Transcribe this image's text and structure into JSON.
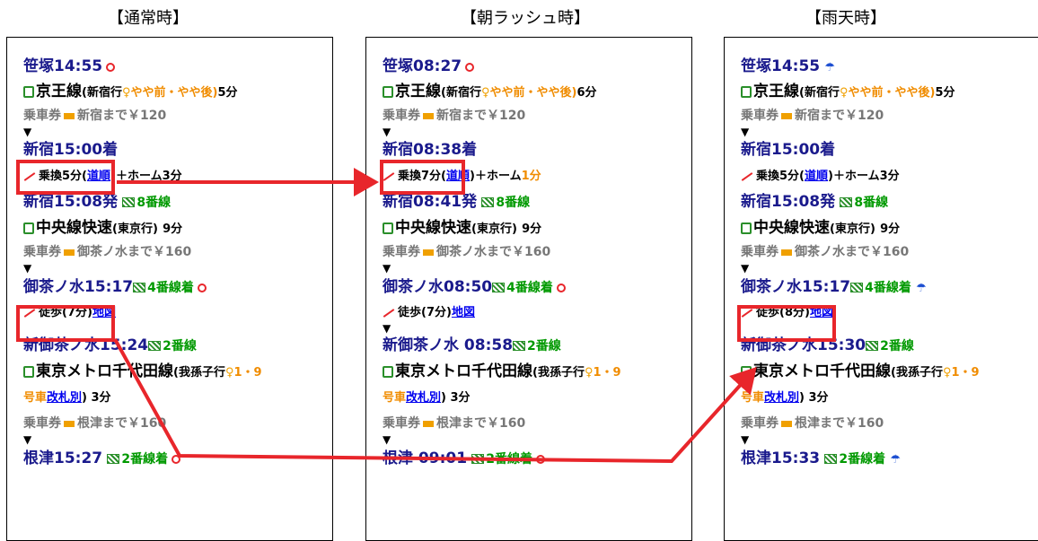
{
  "headings": [
    "【通常時】",
    "【朝ラッシュ時】",
    "【雨天時】"
  ],
  "panels": [
    {
      "origin": "笹塚14:55",
      "line1": {
        "name": "京王線",
        "dest": "(新宿行",
        "car": "やや前・やや後)",
        "dur": "5分"
      },
      "fare1": {
        "label": "乗車券",
        "text": "新宿まで￥120"
      },
      "arr1": "新宿15:00着",
      "transfer": {
        "label": "乗換5分(",
        "link": "道順",
        "rest": ")＋ホーム3分",
        "rest_color": "normal"
      },
      "dep2": {
        "station": "新宿15:08発",
        "platform": "8番線"
      },
      "line2": {
        "name": "中央線快速",
        "dest": "(東京行)",
        "dur": "9分"
      },
      "fare2": {
        "label": "乗車券",
        "text": "御茶ノ水まで￥160"
      },
      "arr2": {
        "station": "御茶ノ水15:17",
        "platform": "4番線着"
      },
      "walk": {
        "label": "徒歩(7分)",
        "link": "地図"
      },
      "dep3": {
        "station": "新御茶ノ水15:24",
        "platform": "2番線"
      },
      "line3": {
        "name": "東京メトロ千代田線",
        "dest": "(我孫子行",
        "car": "1・9",
        "car2": "号車",
        "link": "改札別",
        "dur": ") 3分"
      },
      "fare3": {
        "label": "乗車券",
        "text": "根津まで￥160"
      },
      "arr3": {
        "station": "根津15:27",
        "platform": "2番線着"
      },
      "weather": "sun"
    },
    {
      "origin": "笹塚08:27",
      "line1": {
        "name": "京王線",
        "dest": "(新宿行",
        "car": "やや前・やや後)",
        "dur": "6分"
      },
      "fare1": {
        "label": "乗車券",
        "text": "新宿まで￥120"
      },
      "arr1": "新宿08:38着",
      "transfer": {
        "label": "乗換7分(",
        "link": "道順",
        "rest": ")＋ホーム",
        "rest2": "1分"
      },
      "dep2": {
        "station": "新宿08:41発",
        "platform": "8番線"
      },
      "line2": {
        "name": "中央線快速",
        "dest": "(東京行)",
        "dur": "9分"
      },
      "fare2": {
        "label": "乗車券",
        "text": "御茶ノ水まで￥160"
      },
      "arr2": {
        "station": "御茶ノ水08:50",
        "platform": "4番線着"
      },
      "walk": {
        "label": "徒歩(7分)",
        "link": "地図"
      },
      "dep3": {
        "station": "新御茶ノ水 08:58",
        "platform": "2番線"
      },
      "line3": {
        "name": "東京メトロ千代田線",
        "dest": "(我孫子行",
        "car": "1・9",
        "car2": "号車",
        "link": "改札別",
        "dur": ") 3分"
      },
      "fare3": {
        "label": "乗車券",
        "text": "根津まで￥160"
      },
      "arr3": {
        "station": "根津 09:01",
        "platform": "2番線着"
      },
      "weather": "sun"
    },
    {
      "origin": "笹塚14:55",
      "line1": {
        "name": "京王線",
        "dest": "(新宿行",
        "car": "やや前・やや後)",
        "dur": "5分"
      },
      "fare1": {
        "label": "乗車券",
        "text": "新宿まで￥120"
      },
      "arr1": "新宿15:00着",
      "transfer": {
        "label": "乗換5分(",
        "link": "道順",
        "rest": ")＋ホーム3分"
      },
      "dep2": {
        "station": "新宿15:08発",
        "platform": "8番線"
      },
      "line2": {
        "name": "中央線快速",
        "dest": "(東京行)",
        "dur": "9分"
      },
      "fare2": {
        "label": "乗車券",
        "text": "御茶ノ水まで￥160"
      },
      "arr2": {
        "station": "御茶ノ水15:17",
        "platform": "4番線着"
      },
      "walk": {
        "label": "徒歩(8分)",
        "link": "地図"
      },
      "dep3": {
        "station": "新御茶ノ水15:30",
        "platform": "2番線"
      },
      "line3": {
        "name": "東京メトロ千代田線",
        "dest": "(我孫子行",
        "car": "1・9",
        "car2": "号車",
        "link": "改札別",
        "dur": ") 3分"
      },
      "fare3": {
        "label": "乗車券",
        "text": "根津まで￥160"
      },
      "arr3": {
        "station": "根津15:33",
        "platform": "2番線着"
      },
      "weather": "umbrella"
    }
  ],
  "icons": {
    "sun": "sun-icon",
    "umbrella": "umbrella-icon",
    "train": "train-icon",
    "platform": "platform-flag-icon",
    "ticket": "ticket-icon",
    "walk": "walk-icon",
    "car": "lightbulb-icon"
  },
  "colors": {
    "station": "#1a1a8c",
    "platform": "#009900",
    "fare": "#777777",
    "car_position": "#f08c00",
    "link": "#0000ee",
    "highlight": "#e8262b"
  }
}
